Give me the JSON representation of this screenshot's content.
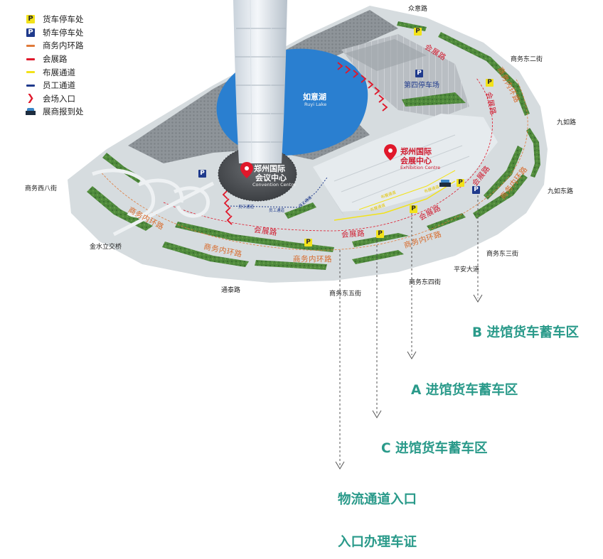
{
  "legend": {
    "items": [
      {
        "icon": "truck-parking-icon",
        "label": "货车停车处"
      },
      {
        "icon": "car-parking-icon",
        "label": "轿车停车处"
      },
      {
        "icon": "orange-line-icon",
        "label": "商务内环路"
      },
      {
        "icon": "red-line-icon",
        "label": "会展路"
      },
      {
        "icon": "yellow-line-icon",
        "label": "布展通道"
      },
      {
        "icon": "navy-line-icon",
        "label": "员工通道"
      },
      {
        "icon": "chevron-icon",
        "label": "会场入口"
      },
      {
        "icon": "booth-icon",
        "label": "展商报到处"
      }
    ]
  },
  "streets": {
    "zhongyi": "众意路",
    "east2": "商务东二街",
    "jiuru": "九如路",
    "jiuru_east": "九如东路",
    "east3": "商务东三街",
    "pingan": "平安大道",
    "east4": "商务东四街",
    "east5": "商务东五街",
    "tongtai": "通泰路",
    "jinshui": "金水立交桥",
    "west8": "商务西八街"
  },
  "roads": {
    "inner_ring": "商务内环路",
    "expo_road": "会展路"
  },
  "places": {
    "lake": "如意湖",
    "lake_en": "Ruyi Lake",
    "convention": "郑州国际会议中心",
    "convention_line1": "郑州国际",
    "convention_line2": "会议中心",
    "convention_en": "Convention Centre",
    "exhibition_line1": "郑州国际",
    "exhibition_line2": "会展中心",
    "exhibition_en": "Exhibition Centre",
    "lot4": "第四停车场"
  },
  "lanes": {
    "staff": "员工通道",
    "setup": "布展通道"
  },
  "zones": {
    "b": "B 进馆货车蓄车区",
    "a": "A 进馆货车蓄车区",
    "c": "C 进馆货车蓄车区",
    "logistics": "物流通道入口",
    "permit": "入口办理车证"
  },
  "parking_glyph": "P",
  "colors": {
    "accent_teal": "#2a9a8a",
    "expo_red": "#d01a2e",
    "ring_orange": "#d86a2a",
    "setup_yellow": "#f2e21a",
    "staff_navy": "#1f3a8c",
    "lake_blue": "#2a7fd0",
    "green_strip": "#4c8a3c",
    "plaza_gray": "#d4dadd"
  }
}
